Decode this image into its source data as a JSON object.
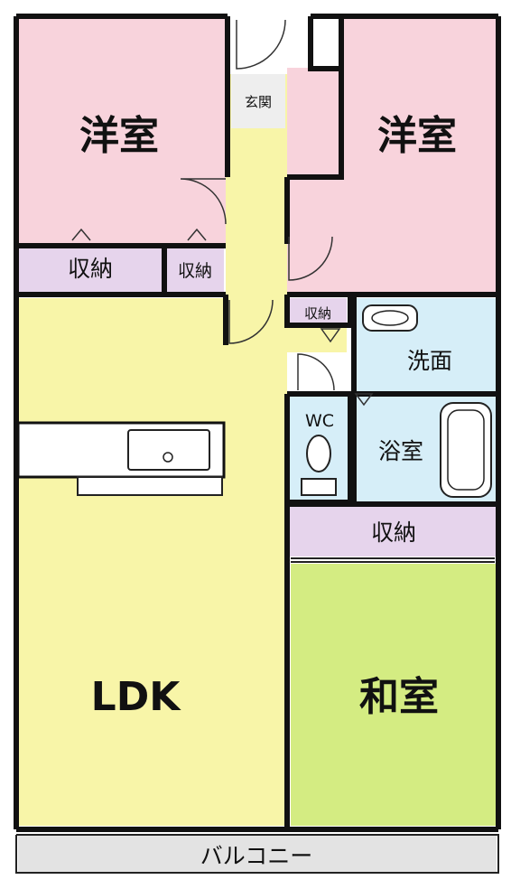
{
  "rooms": {
    "western_room_left": "洋室",
    "western_room_right": "洋室",
    "entrance": "玄関",
    "storage_left": "収納",
    "storage_small": "収納",
    "storage_hall": "収納",
    "storage_japanese": "収納",
    "washroom": "洗面",
    "toilet": "WC",
    "bathroom": "浴室",
    "ldk": "LDK",
    "japanese_room": "和室",
    "balcony": "バルコニー"
  },
  "colors": {
    "western": "#f8d3dc",
    "ldk": "#f8f5a8",
    "japanese": "#d4ec82",
    "storage": "#e6d4ec",
    "wet": "#d6eef8",
    "balcony": "#e3e3e3",
    "entrance": "#eeeeee"
  }
}
